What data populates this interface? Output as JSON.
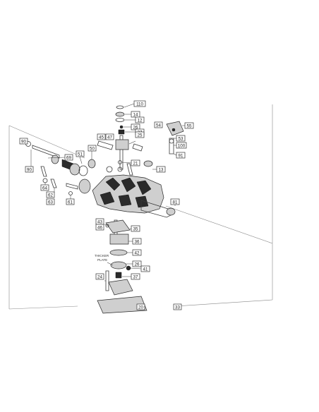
{
  "diagram": {
    "callouts": [
      {
        "label": "110"
      },
      {
        "label": "14"
      },
      {
        "label": "12"
      },
      {
        "label": "26"
      },
      {
        "label": "27"
      },
      {
        "label": "25"
      },
      {
        "label": "45"
      },
      {
        "label": "47"
      },
      {
        "label": "54"
      },
      {
        "label": "55"
      },
      {
        "label": "53"
      },
      {
        "label": "100"
      },
      {
        "label": "91"
      },
      {
        "label": "21"
      },
      {
        "label": "13"
      },
      {
        "label": "90"
      },
      {
        "label": "69"
      },
      {
        "label": "51"
      },
      {
        "label": "50"
      },
      {
        "label": "90"
      },
      {
        "label": "64"
      },
      {
        "label": "62"
      },
      {
        "label": "63"
      },
      {
        "label": "61"
      },
      {
        "label": "81"
      },
      {
        "label": "43"
      },
      {
        "label": "46"
      },
      {
        "label": "35"
      },
      {
        "label": "36"
      },
      {
        "label": "42"
      },
      {
        "label": "26"
      },
      {
        "label": "41"
      },
      {
        "label": "24"
      },
      {
        "label": "37"
      },
      {
        "label": "20"
      },
      {
        "label": "33"
      }
    ],
    "annotations": [
      {
        "text": "THICKER"
      },
      {
        "text": "PLATE"
      }
    ]
  }
}
